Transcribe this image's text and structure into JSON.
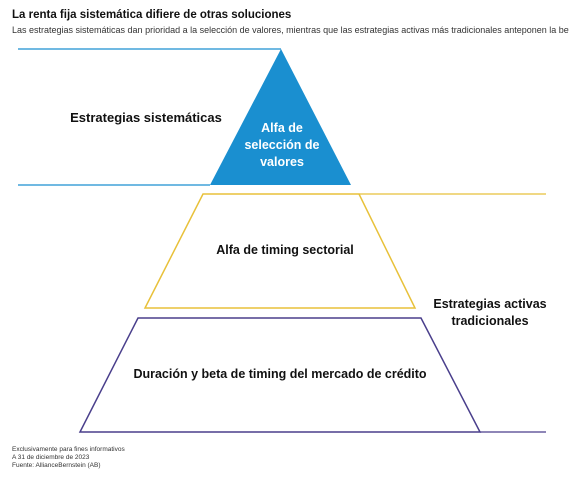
{
  "header": {
    "title": "La renta fija sistemática difiere de otras soluciones",
    "subtitle": "Las estrategias sistemáticas dan prioridad a la selección de valores, mientras que las estrategias activas más tradicionales anteponen la beta"
  },
  "diagram": {
    "systematic_label": "Estrategias sistemáticas",
    "apex_label": [
      "Alfa de",
      "selección de",
      "valores"
    ],
    "middle_label": "Alfa de timing sectorial",
    "active_label": [
      "Estrategias activas",
      "tradicionales"
    ],
    "bottom_label": "Duración y beta de timing del mercado de crédito",
    "colors": {
      "apex_fill": "#1a8fd0",
      "systematic_line": "#1a8fd0",
      "middle_outline": "#e8c13a",
      "bottom_outline": "#4a3f8c"
    }
  },
  "footer": {
    "line1": "Exclusivamente para fines informativos",
    "line2": "A 31 de diciembre de 2023",
    "line3": "Fuente: AllianceBernstein (AB)"
  }
}
